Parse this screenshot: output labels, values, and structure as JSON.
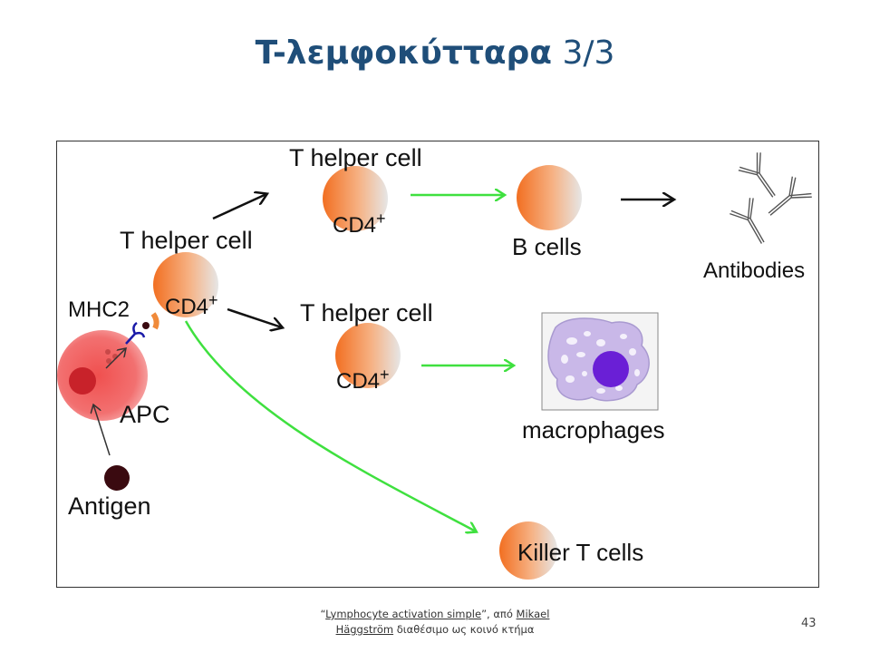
{
  "title": {
    "main": "T-λεμφοκύτταρα",
    "number": "3/3"
  },
  "diagram": {
    "labels": {
      "t_helper_top": "T helper cell",
      "t_helper_left": "T helper cell",
      "t_helper_mid": "T helper cell",
      "cd4_top": "CD4",
      "cd4_left": "CD4",
      "cd4_mid": "CD4",
      "cd4_sup": "+",
      "b_cells": "B cells",
      "antibodies": "Antibodies",
      "mhc2": "MHC2",
      "apc": "APC",
      "antigen": "Antigen",
      "macrophages": "macrophages",
      "killer_t": "Killer T cells"
    },
    "colors": {
      "cell_orange": "#f26f21",
      "cell_gray": "#e6e6e6",
      "apc_red": "#f0504f",
      "arrow_green": "#3fe03f",
      "antigen_dark": "#3a0a10",
      "macrophage_body": "#c9b8e8",
      "macrophage_nucleus": "#6a1fd6",
      "receptor_blue": "#1a1aa8"
    }
  },
  "caption": {
    "open_quote": "“",
    "link1": "Lymphocyte activation simple",
    "mid": "”, από ",
    "link2a": "Mikael",
    "link2b": "Häggström",
    "tail": " διαθέσιμο ως κοινό κτήμα"
  },
  "page_number": "43"
}
